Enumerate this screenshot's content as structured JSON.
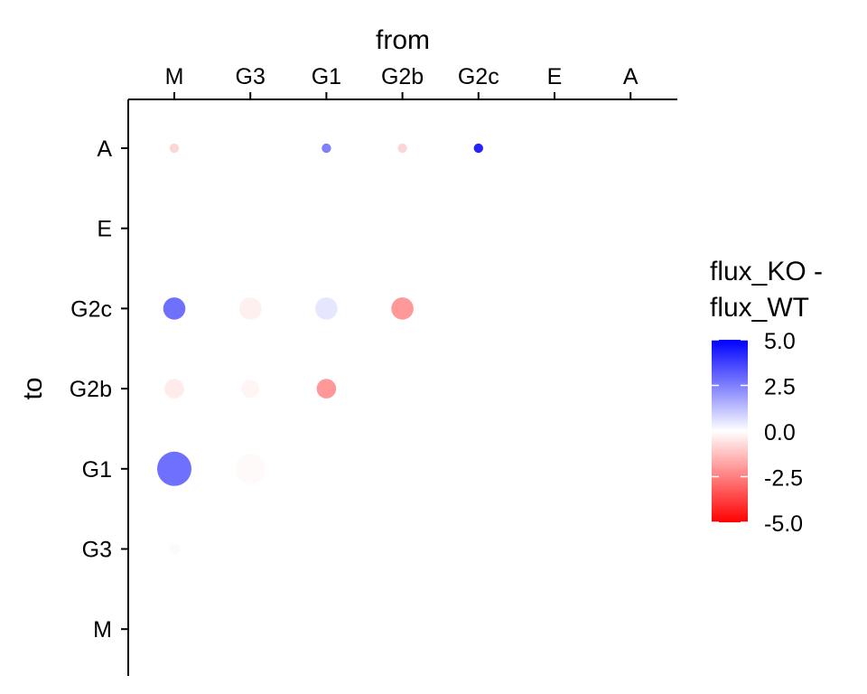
{
  "chart_data": {
    "type": "scatter",
    "title": "",
    "xlabel": "from",
    "ylabel": "to",
    "x_categories": [
      "M",
      "G3",
      "G1",
      "G2b",
      "G2c",
      "E",
      "A"
    ],
    "y_categories": [
      "A",
      "E",
      "G2c",
      "G2b",
      "G1",
      "G3",
      "M"
    ],
    "x_axis_position": "top",
    "grid": false,
    "points": [
      {
        "from": "M",
        "to": "A",
        "value": -0.8,
        "size": 0.08
      },
      {
        "from": "G1",
        "to": "A",
        "value": 2.5,
        "size": 0.08
      },
      {
        "from": "G2b",
        "to": "A",
        "value": -0.8,
        "size": 0.08
      },
      {
        "from": "G2c",
        "to": "A",
        "value": 4.3,
        "size": 0.08
      },
      {
        "from": "M",
        "to": "G2c",
        "value": 2.8,
        "size": 0.55
      },
      {
        "from": "G3",
        "to": "G2c",
        "value": -0.3,
        "size": 0.55
      },
      {
        "from": "G1",
        "to": "G2c",
        "value": 0.5,
        "size": 0.55
      },
      {
        "from": "G2b",
        "to": "G2c",
        "value": -2.0,
        "size": 0.55
      },
      {
        "from": "M",
        "to": "G2b",
        "value": -0.4,
        "size": 0.45
      },
      {
        "from": "G3",
        "to": "G2b",
        "value": -0.2,
        "size": 0.4
      },
      {
        "from": "G1",
        "to": "G2b",
        "value": -2.0,
        "size": 0.45
      },
      {
        "from": "M",
        "to": "G1",
        "value": 2.8,
        "size": 1.0
      },
      {
        "from": "G3",
        "to": "G1",
        "value": -0.1,
        "size": 0.85
      },
      {
        "from": "M",
        "to": "G3",
        "value": -0.1,
        "size": 0.15
      }
    ],
    "legend": {
      "title_lines": [
        "flux_KO -",
        "flux_WT"
      ],
      "position": "right",
      "min": -5.0,
      "max": 5.0,
      "breaks": [
        "5.0",
        "2.5",
        "0.0",
        "-2.5",
        "-5.0"
      ],
      "low_color": "#ff0000",
      "mid_color": "#ffffff",
      "high_color": "#0000ff"
    }
  }
}
